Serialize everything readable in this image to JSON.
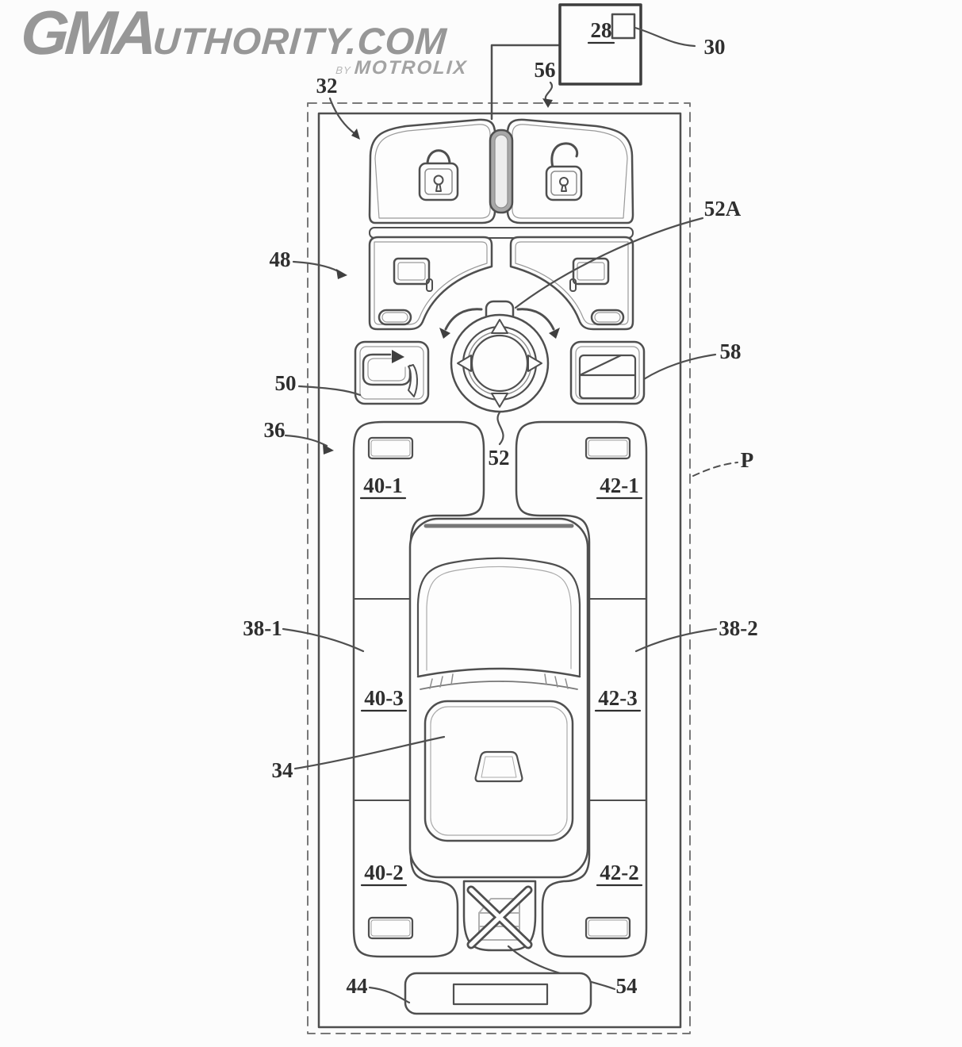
{
  "header": {
    "logo_gma": "GMA",
    "logo_rest": "UTHORITY.COM",
    "logo_by": "BY",
    "logo_brand": "MOTROLIX"
  },
  "figure": {
    "line_color": "#4f4f4f",
    "label_color": "#2f2f2f",
    "labels": {
      "l28": "28",
      "l30": "30",
      "l32": "32",
      "l34": "34",
      "l36": "36",
      "l38_1": "38-1",
      "l38_2": "38-2",
      "l40_1": "40-1",
      "l40_2": "40-2",
      "l40_3": "40-3",
      "l42_1": "42-1",
      "l42_2": "42-2",
      "l42_3": "42-3",
      "l44": "44",
      "l48": "48",
      "l50": "50",
      "l52": "52",
      "l52A": "52A",
      "l54": "54",
      "l56": "56",
      "l58": "58",
      "lP": "P"
    }
  }
}
